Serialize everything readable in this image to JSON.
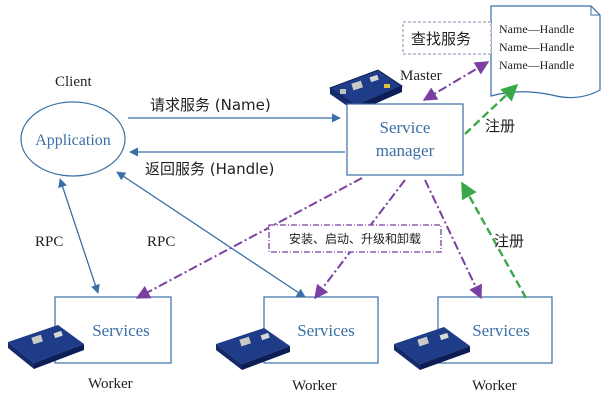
{
  "client": {
    "caption": "Client",
    "app_label": "Application"
  },
  "master": {
    "caption": "Master",
    "manager_line1": "Service",
    "manager_line2": "manager"
  },
  "registry": {
    "entries": [
      "Name—Handle",
      "Name—Handle",
      "Name—Handle"
    ],
    "lookup_label": "查找服务"
  },
  "edges": {
    "request": "请求服务 (Name)",
    "response": "返回服务 (Handle)",
    "register_master": "注册",
    "register_worker": "注册",
    "install": "安装、启动、升级和卸载",
    "rpc_left": "RPC",
    "rpc_mid": "RPC"
  },
  "workers": [
    {
      "service_label": "Services",
      "caption": "Worker"
    },
    {
      "service_label": "Services",
      "caption": "Worker"
    },
    {
      "service_label": "Services",
      "caption": "Worker"
    }
  ],
  "colors": {
    "box_border": "#3a6fa6",
    "text_blue": "#3a6fa6",
    "purple": "#7a3fa0",
    "green": "#3aa84a",
    "blue_arrow": "#4a7fb5"
  }
}
